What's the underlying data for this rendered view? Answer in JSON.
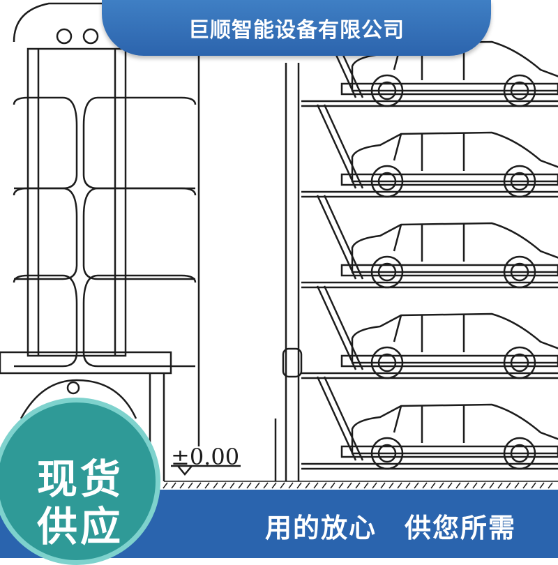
{
  "header": {
    "company_name": "巨顺智能设备有限公司"
  },
  "badge": {
    "line1": "现货",
    "line2": "供应"
  },
  "slogan": {
    "text": "用的放心　供您所需"
  },
  "drawing": {
    "elevation_label": "±0.00"
  },
  "colors": {
    "header_blue": "#2c64ad",
    "bottom_bar_blue": "#2a64ae",
    "badge_teal": "#2f9a97",
    "badge_ring": "#7ed2cd",
    "line_art": "#1c1c1c"
  }
}
